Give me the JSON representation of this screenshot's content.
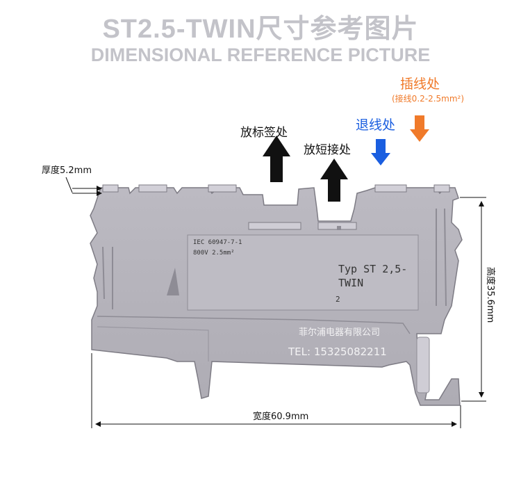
{
  "header": {
    "title_cn": "ST2.5-TWIN尺寸参考图片",
    "title_en": "DIMENSIONAL REFERENCE PICTURE"
  },
  "callouts": {
    "label_position": "放标签处",
    "short_insert": "放短接处",
    "release": "退线处",
    "insert_wire": "插线处",
    "insert_wire_range": "(接线0.2-2.5mm²)"
  },
  "dimensions": {
    "thickness": "厚度5.2mm",
    "width": "宽度60.9mm",
    "height": "高度35.6mm"
  },
  "product_marking": {
    "line1": "IEC 60947-7-1",
    "line2": "800V 2.5mm²",
    "type_line1": "Typ ST 2,5-",
    "type_line2": "TWIN",
    "small_digit": "2"
  },
  "watermark": {
    "company": "菲尔浦电器有限公司",
    "tel": "TEL: 15325082211"
  },
  "colors": {
    "body": "#b3b1b9",
    "body_dark": "#8e8c95",
    "title": "#c3c3c9",
    "blue": "#1a5ee0",
    "orange": "#f07a2a"
  }
}
